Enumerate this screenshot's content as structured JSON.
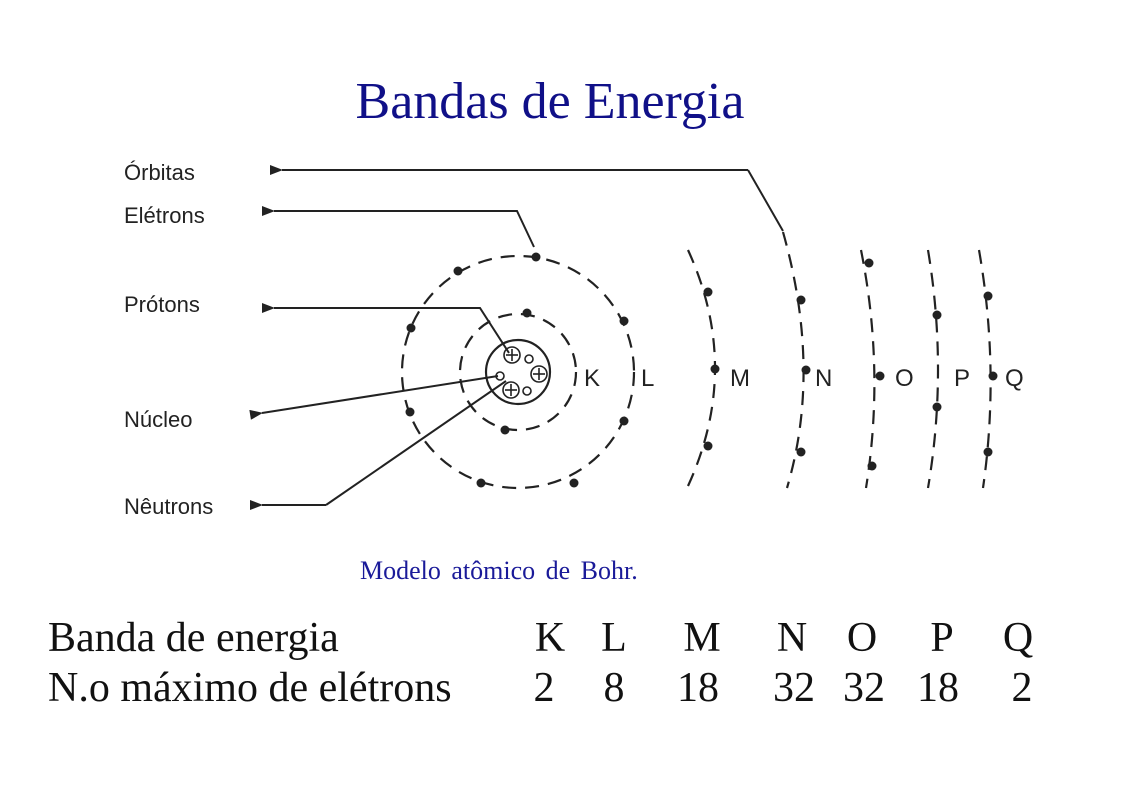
{
  "title": "Bandas de Energia",
  "labels": {
    "orbitas": "Órbitas",
    "eletrons": "Elétrons",
    "protons": "Prótons",
    "nucleo": "Núcleo",
    "neutrons": "Nêutrons"
  },
  "shells": [
    "K",
    "L",
    "M",
    "N",
    "O",
    "P",
    "Q"
  ],
  "caption": "Modelo atômico de Bohr.",
  "table": {
    "row1_header": "Banda de energia",
    "row2_header": "N.o máximo de elétrons",
    "bands": [
      "K",
      "L",
      "M",
      "N",
      "O",
      "P",
      "Q"
    ],
    "max_electrons": [
      "2",
      "8",
      "18",
      "32",
      "32",
      "18",
      "2"
    ]
  },
  "colors": {
    "title": "#101088",
    "caption": "#1a1a99",
    "ink": "#222222"
  }
}
